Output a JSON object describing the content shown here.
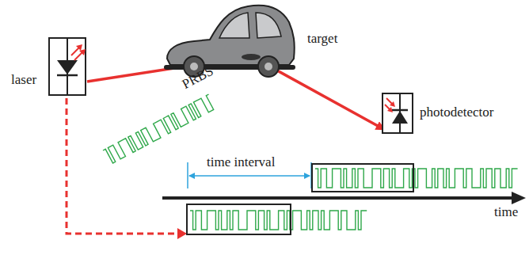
{
  "diagram": {
    "nodes": [
      {
        "text": [
          "laser"
        ]
      },
      {
        "text": [
          "target"
        ]
      },
      {
        "text": [
          "photodetector"
        ]
      }
    ],
    "edges": [
      {
        "from": 0,
        "to": 1,
        "arrow": "to"
      },
      {
        "from": 1,
        "to": 2,
        "arrow": "to"
      }
    ],
    "labels": [
      "PRBS",
      "time interval",
      "time"
    ]
  }
}
